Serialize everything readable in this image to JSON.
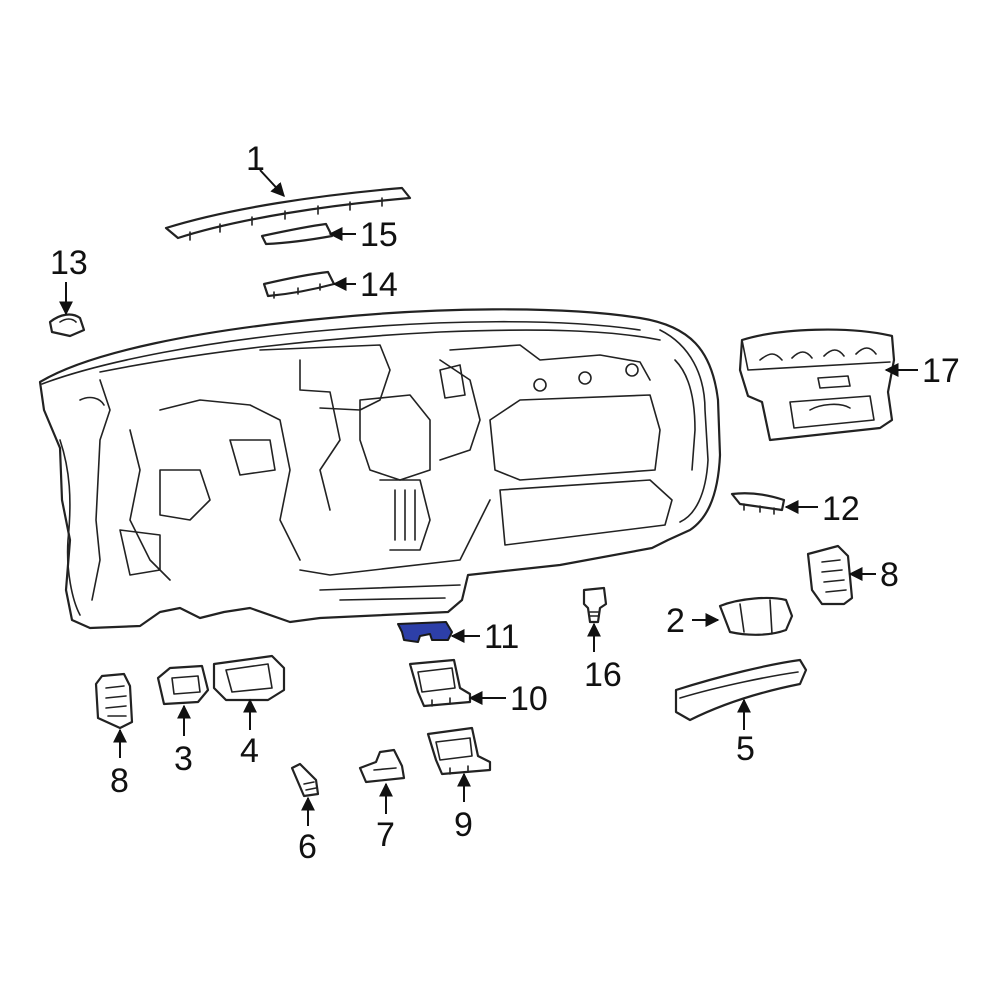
{
  "diagram": {
    "highlight_color": "#2d3fa8",
    "callouts": [
      {
        "id": "c1",
        "label": "1"
      },
      {
        "id": "c15",
        "label": "15"
      },
      {
        "id": "c14",
        "label": "14"
      },
      {
        "id": "c13",
        "label": "13"
      },
      {
        "id": "c17",
        "label": "17"
      },
      {
        "id": "c12",
        "label": "12"
      },
      {
        "id": "c8r",
        "label": "8"
      },
      {
        "id": "c2",
        "label": "2"
      },
      {
        "id": "c16",
        "label": "16"
      },
      {
        "id": "c11",
        "label": "11"
      },
      {
        "id": "c10",
        "label": "10"
      },
      {
        "id": "c5",
        "label": "5"
      },
      {
        "id": "c8l",
        "label": "8"
      },
      {
        "id": "c3",
        "label": "3"
      },
      {
        "id": "c4",
        "label": "4"
      },
      {
        "id": "c6",
        "label": "6"
      },
      {
        "id": "c7",
        "label": "7"
      },
      {
        "id": "c9",
        "label": "9"
      }
    ]
  }
}
